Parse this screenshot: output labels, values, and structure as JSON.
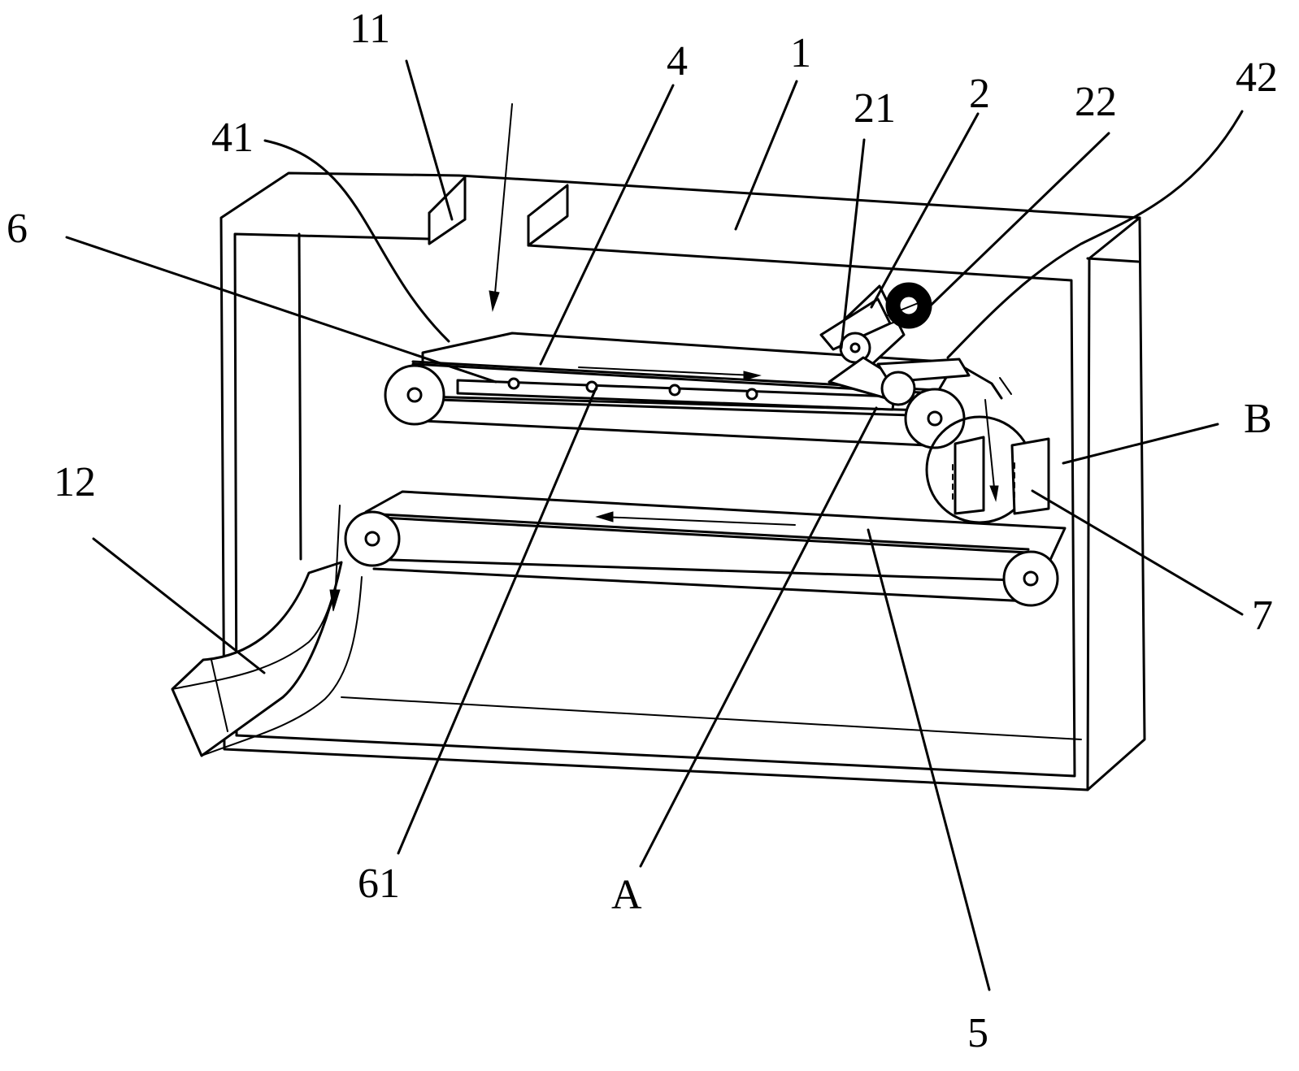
{
  "figure": {
    "labels": {
      "l1": "1",
      "l2": "2",
      "l4": "4",
      "l5": "5",
      "l6": "6",
      "l7": "7",
      "l11": "11",
      "l12": "12",
      "l21": "21",
      "l22": "22",
      "l41": "41",
      "l42": "42",
      "l61": "61",
      "lA": "A",
      "lB": "B"
    },
    "colors": {
      "line": "#000000",
      "background": "#ffffff"
    }
  }
}
